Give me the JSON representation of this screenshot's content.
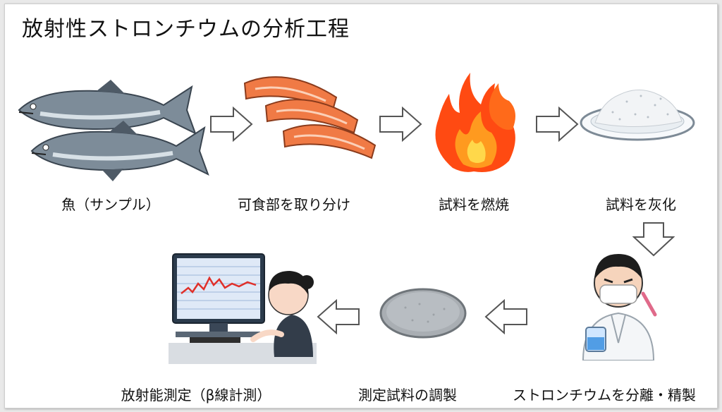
{
  "title": "放射性ストロンチウムの分析工程",
  "steps": [
    {
      "label": "魚（サンプル）",
      "icon": "fish-icon"
    },
    {
      "label": "可食部を取り分け",
      "icon": "salmon-fillet-icon"
    },
    {
      "label": "試料を燃焼",
      "icon": "fire-icon"
    },
    {
      "label": "試料を灰化",
      "icon": "ash-plate-icon"
    },
    {
      "label": "ストロンチウムを分離・精製",
      "icon": "scientist-icon"
    },
    {
      "label": "測定試料の調製",
      "icon": "sample-dish-icon"
    },
    {
      "label": "放射能測定（β線計測）",
      "icon": "computer-measurement-icon"
    }
  ],
  "colors": {
    "fish": "#7d8c99",
    "salmon": "#f07a45",
    "fire_outer": "#ff4a12",
    "fire_inner": "#ffd84a",
    "arrow_fill": "#ffffff",
    "arrow_stroke": "#555555",
    "chart_line": "#e0302a",
    "screen": "#dfe9f7"
  }
}
